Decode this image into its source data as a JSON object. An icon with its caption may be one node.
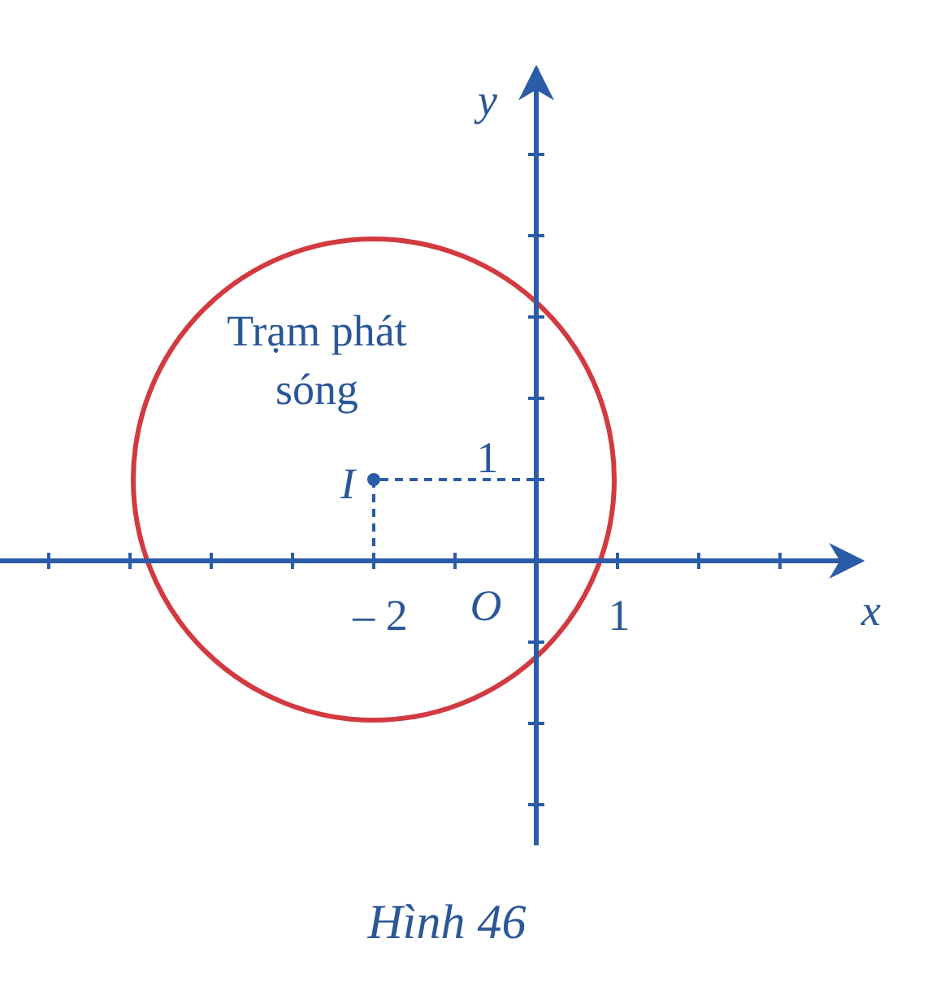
{
  "diagram": {
    "caption": "Hình 46",
    "labels": [
      "y",
      "Trạm phát sóng",
      "I",
      "1",
      "– 2",
      "O",
      "1",
      "x"
    ]
  }
}
